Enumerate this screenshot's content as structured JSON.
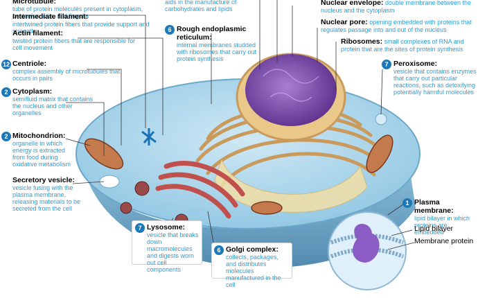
{
  "labels": {
    "microtubule": {
      "title": "Microtubule:",
      "desc": "tube of protein molecules present in cytoplasm, centrioles, cilia, and flagella"
    },
    "intermediate_filament": {
      "title": "Intermediate filament:",
      "desc": "intertwined protein fibers that provide support and strength"
    },
    "actin_filament": {
      "title": "Actin filament:",
      "desc": "twisted protein fibers that are responsible for cell movement"
    },
    "centriole": {
      "num": "12",
      "title": "Centriole:",
      "desc": "complex assembly of microtubules that occurs in pairs"
    },
    "cytoplasm": {
      "num": "2",
      "title": "Cytoplasm:",
      "desc": "semifluid matrix that contains the nucleus and other organelles"
    },
    "mitochondrion": {
      "num": "2",
      "title": "Mitochondrion:",
      "desc": "organelle in which energy is extracted from food during oxidative metabolism"
    },
    "secretory_vesicle": {
      "title": "Secretory vesicle:",
      "desc": "vesicle fusing with the plasma membrane, releasing materials to be secreted from the cell"
    },
    "smooth_er_fragment": {
      "desc": "aids in the manufacture of carbohydrates and lipids"
    },
    "rough_er": {
      "num": "6",
      "title": "Rough endoplasmic reticulum:",
      "desc": "internal membranes studded with ribosomes that carry out protein synthesis"
    },
    "nuclear_envelope": {
      "title": "Nuclear envelope:",
      "desc": "double membrane between the nucleus and the cytoplasm"
    },
    "nuclear_pore": {
      "title": "Nuclear pore:",
      "desc": "opening embedded with proteins that regulates passage into and out of the nucleus"
    },
    "ribosomes": {
      "title": "Ribosomes:",
      "desc": "small complexes of RNA and protein that are the sites of protein synthesis"
    },
    "peroxisome": {
      "num": "7",
      "title": "Peroxisome:",
      "desc": "vesicle that contains enzymes that carry out particular reactions, such as detoxifying potentially harmful molecules"
    },
    "plasma_membrane": {
      "num": "1",
      "title": "Plasma membrane:",
      "desc": "lipid bilayer in which proteins are embedded"
    },
    "lipid_bilayer": {
      "title": "Lipid bilayer"
    },
    "membrane_protein": {
      "title": "Membrane protein"
    },
    "lysosome": {
      "num": "7",
      "title": "Lysosome:",
      "desc": "vesicle that breaks down macromolecules and digests worn out cell components"
    },
    "golgi": {
      "num": "6",
      "title": "Golgi complex:",
      "desc": "collects, packages, and distributes molecules manufactured in the cell"
    }
  },
  "colors": {
    "label_blue": "#2a9fd6",
    "badge_blue": "#1d78b8",
    "cytoplasm": "#a9d6ec",
    "nucleus": "#7b4aa8",
    "rough_er": "#c99a5b",
    "golgi": "#c0504d",
    "mitochondrion": "#a0522d"
  }
}
